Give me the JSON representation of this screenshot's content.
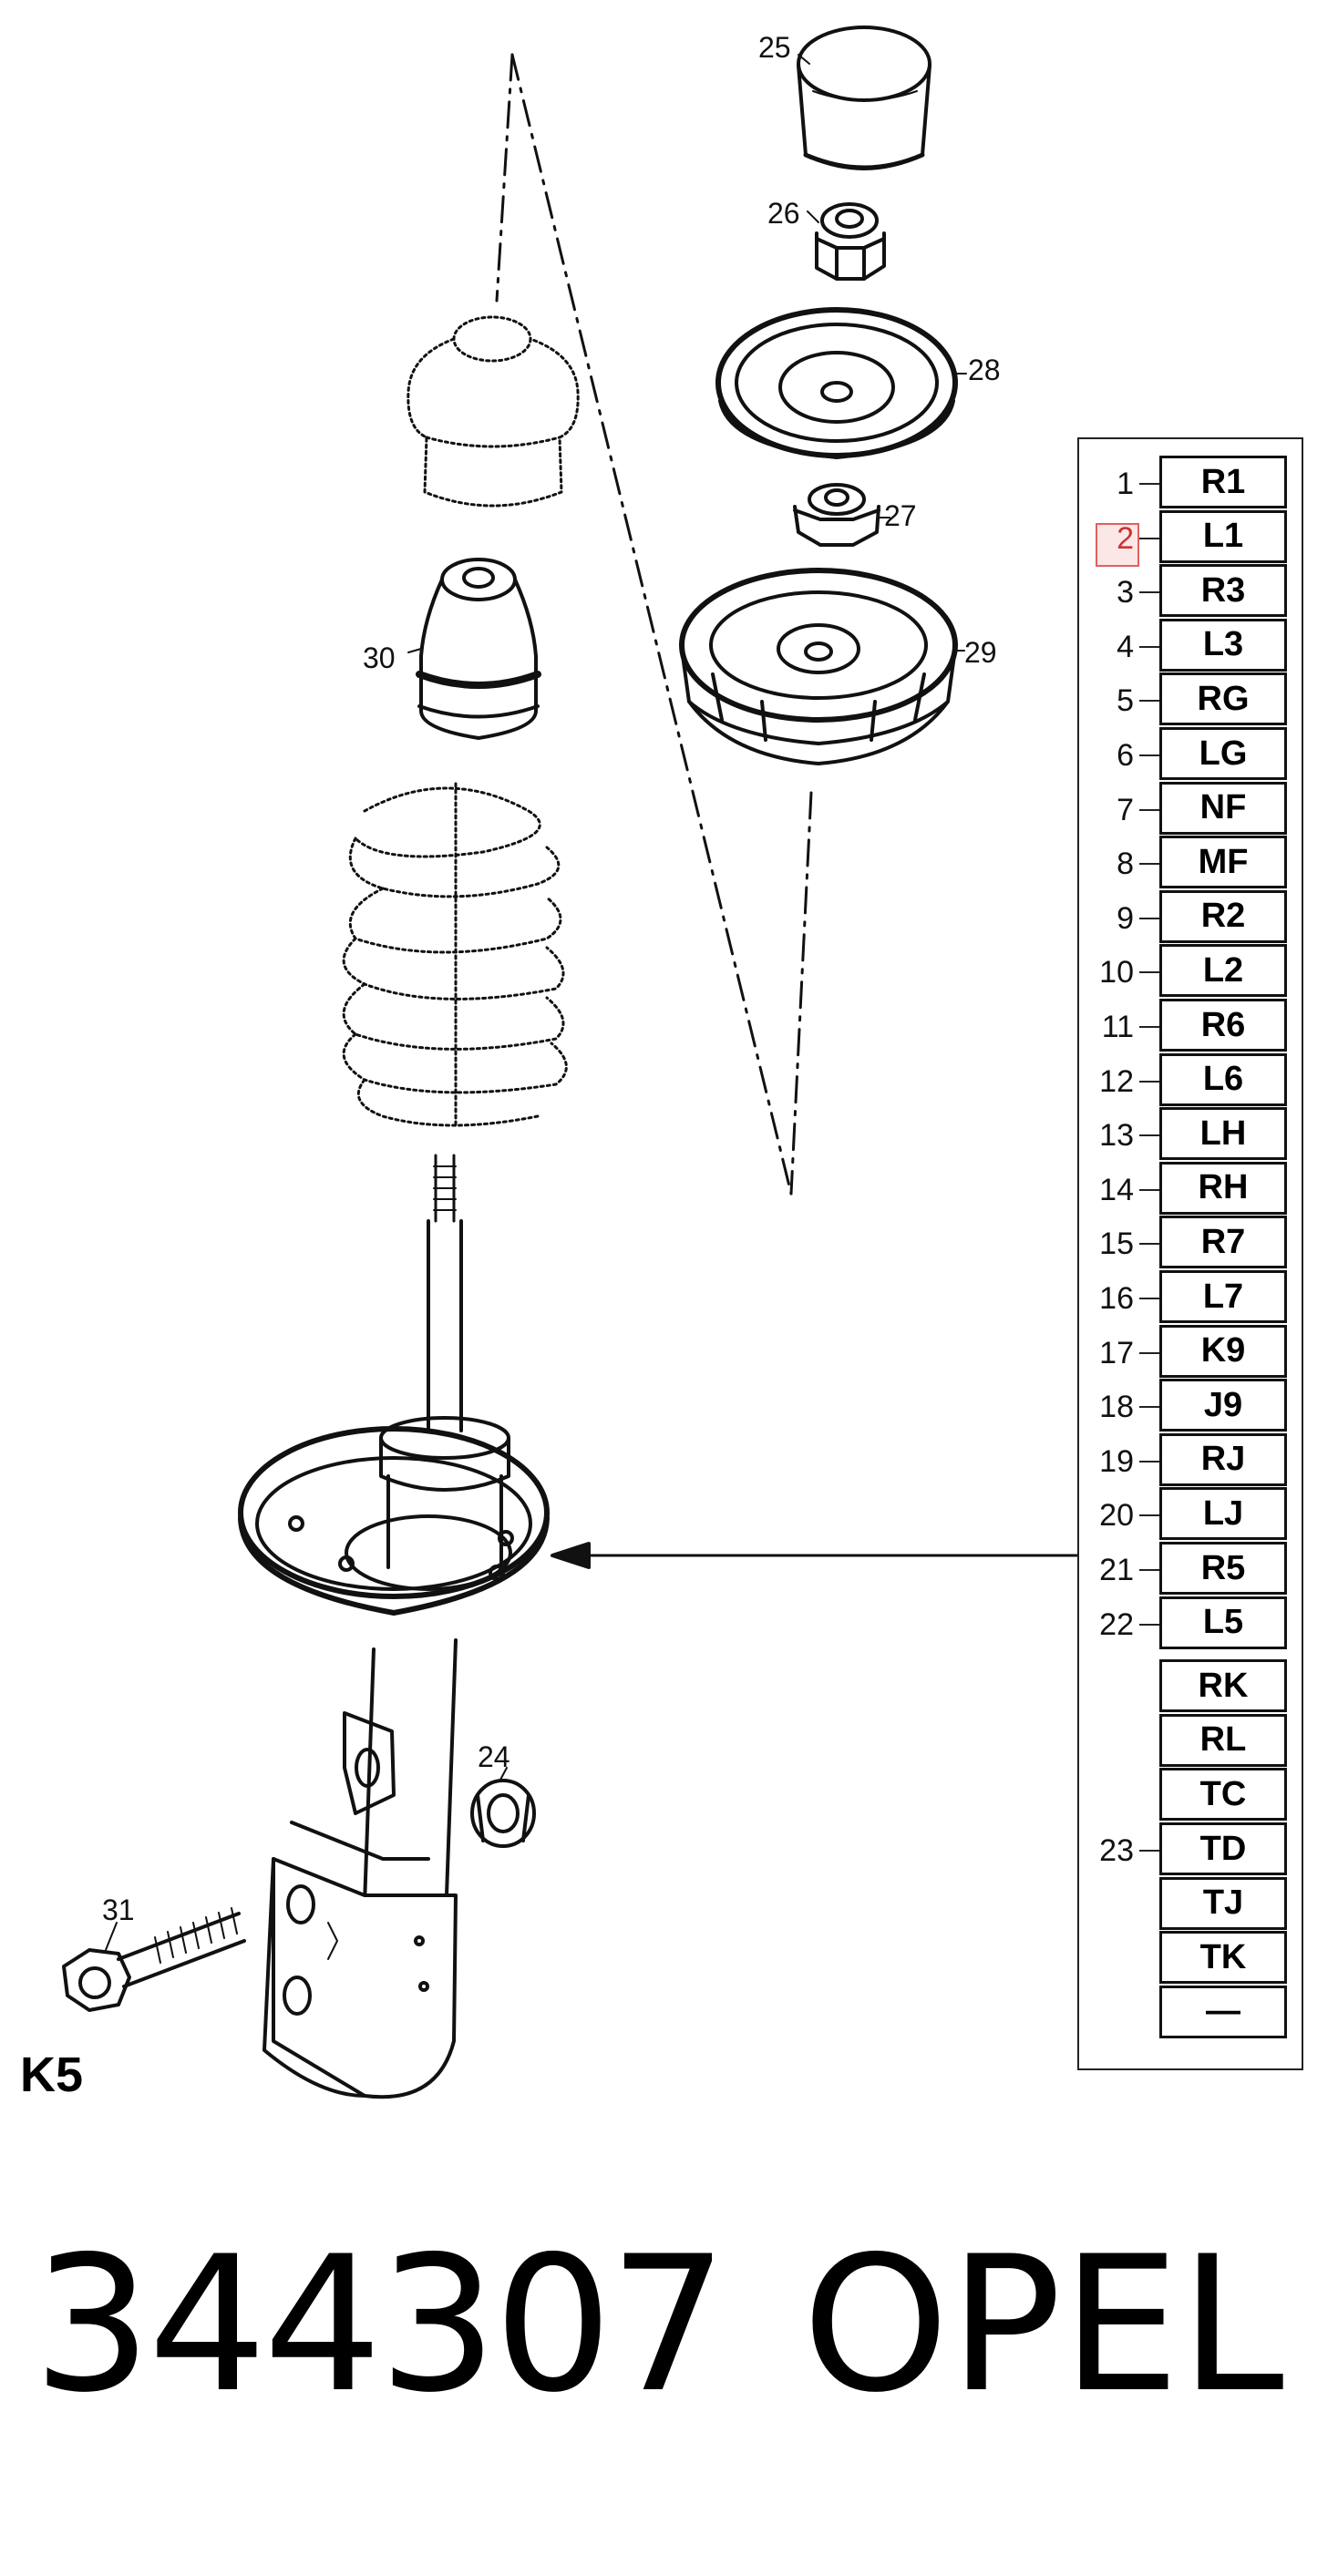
{
  "callouts": {
    "c25": "25",
    "c26": "26",
    "c28": "28",
    "c27": "27",
    "c29": "29",
    "c30": "30",
    "c24": "24",
    "c31": "31"
  },
  "diagram_label": "K5",
  "variants": [
    {
      "num": "1",
      "code": "R1"
    },
    {
      "num": "2",
      "code": "L1"
    },
    {
      "num": "3",
      "code": "R3"
    },
    {
      "num": "4",
      "code": "L3"
    },
    {
      "num": "5",
      "code": "RG"
    },
    {
      "num": "6",
      "code": "LG"
    },
    {
      "num": "7",
      "code": "NF"
    },
    {
      "num": "8",
      "code": "MF"
    },
    {
      "num": "9",
      "code": "R2"
    },
    {
      "num": "10",
      "code": "L2"
    },
    {
      "num": "11",
      "code": "R6"
    },
    {
      "num": "12",
      "code": "L6"
    },
    {
      "num": "13",
      "code": "LH"
    },
    {
      "num": "14",
      "code": "RH"
    },
    {
      "num": "15",
      "code": "R7"
    },
    {
      "num": "16",
      "code": "L7"
    },
    {
      "num": "17",
      "code": "K9"
    },
    {
      "num": "18",
      "code": "J9"
    },
    {
      "num": "19",
      "code": "RJ"
    },
    {
      "num": "20",
      "code": "LJ"
    },
    {
      "num": "21",
      "code": "R5"
    },
    {
      "num": "22",
      "code": "L5"
    }
  ],
  "group23": {
    "num": "23",
    "codes": [
      "RK",
      "RL",
      "TC",
      "TD",
      "TJ",
      "TK",
      "—"
    ]
  },
  "highlight": {
    "item_num": "2",
    "color": "#e06060"
  },
  "footer": {
    "part_number": "344307",
    "brand": "OPEL"
  }
}
